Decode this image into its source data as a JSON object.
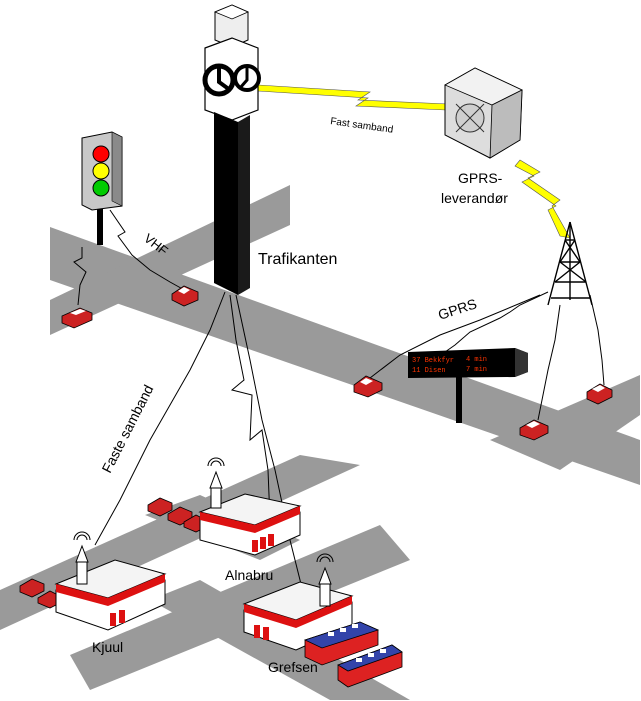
{
  "labels": {
    "trafikanten": "Trafikanten",
    "fast_samband": "Fast samband",
    "gprs_provider_line1": "GPRS-",
    "gprs_provider_line2": "leverandør",
    "vhf": "VHF",
    "gprs": "GPRS",
    "faste_samband": "Faste samband",
    "alnabru": "Alnabru",
    "kjuul": "Kjuul",
    "grefsen": "Grefsen"
  },
  "sign": {
    "row1_route": "37 Bekkfyr",
    "row1_time": "4 min",
    "row2_route": "11 Disen",
    "row2_time": "7 min"
  },
  "colors": {
    "road": "#9a9a9a",
    "link_bolt": "#ffff00",
    "tower": "#000000",
    "vehicle": "#cc2222",
    "traffic_red": "#ff0000",
    "traffic_yellow": "#ffff00",
    "traffic_green": "#00cc00",
    "depot_stripe": "#dd1111",
    "sign_text": "#ff3300"
  }
}
